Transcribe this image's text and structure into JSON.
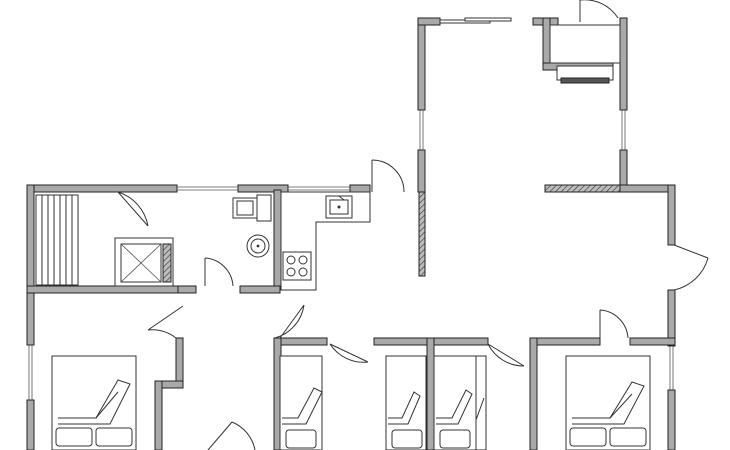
{
  "diagram": {
    "kind": "architectural floor plan",
    "wall_color": "#a9a9a9",
    "outline_color": "#222222",
    "background": "#ffffff",
    "rooms": [
      "sauna",
      "shower",
      "toilet-wc",
      "kitchen",
      "living-area",
      "bedroom-1",
      "bedroom-2",
      "bedroom-3",
      "bedroom-4",
      "bedroom-5",
      "utility",
      "entrance-hall"
    ],
    "fixtures": [
      "sauna-bench",
      "shower-tray",
      "toilet",
      "wash-basin",
      "kitchen-sink",
      "cooktop",
      "wardrobe-unit",
      "double-bed",
      "single-bed",
      "bunk-bed"
    ],
    "icons": [
      "door-swing-icon",
      "window-icon",
      "sliding-door-icon"
    ]
  }
}
